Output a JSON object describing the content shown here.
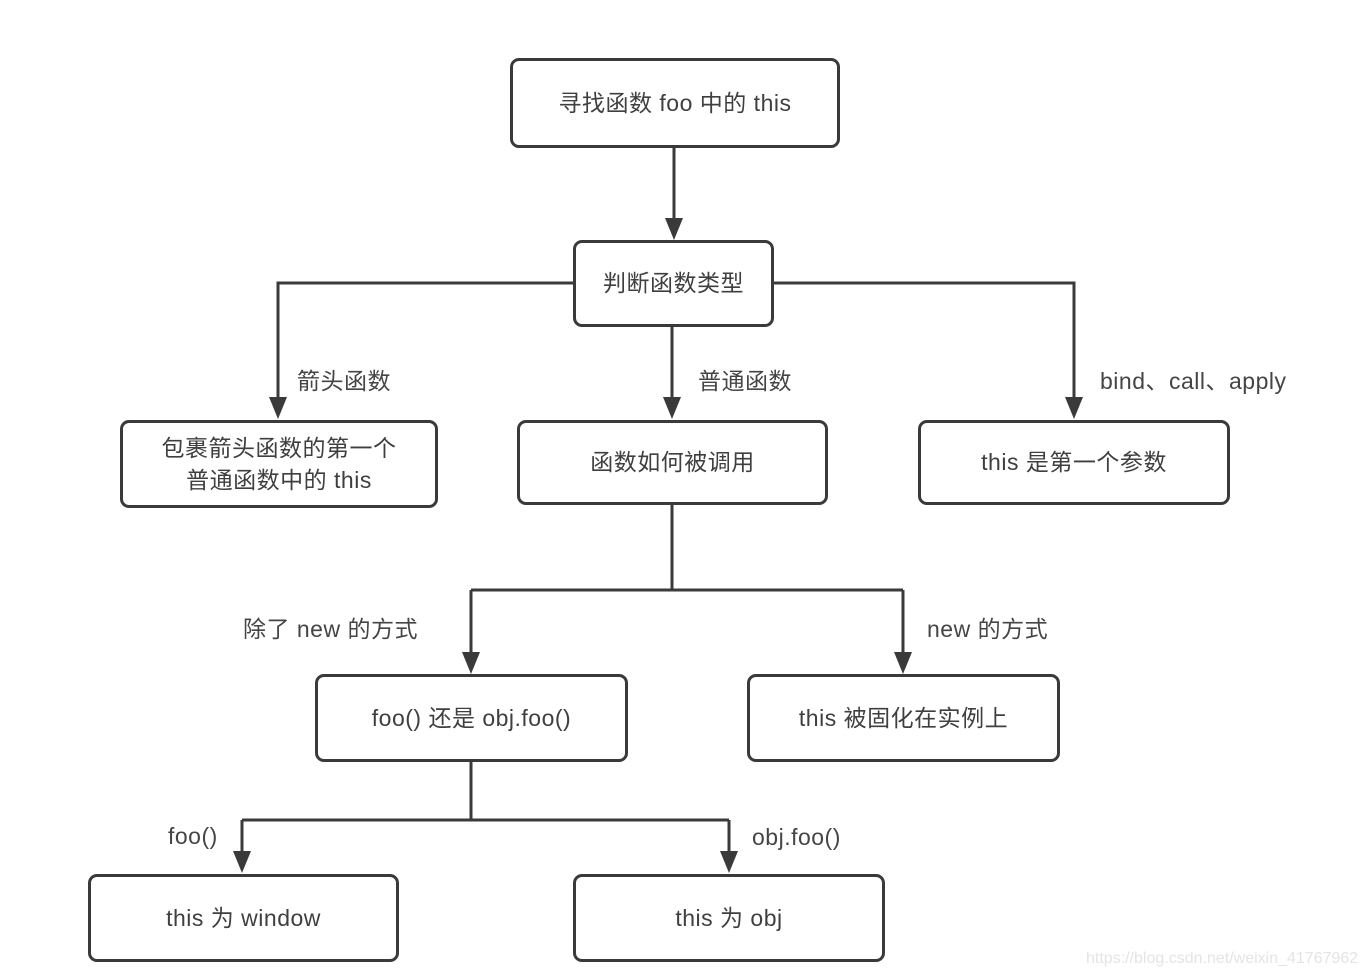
{
  "colors": {
    "background": "#ffffff",
    "line": "#3a3a3a",
    "box_border": "#3a3a3a",
    "box_text": "#3f3f3f",
    "edge_label_text": "#454545",
    "watermark_text": "#e4e4e4"
  },
  "diagram": {
    "type": "flowchart",
    "nodes": {
      "start": "寻找函数 foo 中的 this",
      "judge_type": "判断函数类型",
      "arrow_wrap_line1": "包裹箭头函数的第一个",
      "arrow_wrap_line2": "普通函数中的 this",
      "how_called": "函数如何被调用",
      "first_param": "this 是第一个参数",
      "foo_or_objfoo": "foo() 还是 obj.foo()",
      "fixed_on_instance": "this 被固化在实例上",
      "this_window": "this 为 window",
      "this_obj": "this 为 obj"
    },
    "edge_labels": {
      "arrow_fn": "箭头函数",
      "normal_fn": "普通函数",
      "bind_call_apply": "bind、call、apply",
      "not_new": "除了 new 的方式",
      "with_new": "new 的方式",
      "foo_call": "foo()",
      "obj_foo_call": "obj.foo()"
    },
    "watermark": "https://blog.csdn.net/weixin_41767962"
  }
}
